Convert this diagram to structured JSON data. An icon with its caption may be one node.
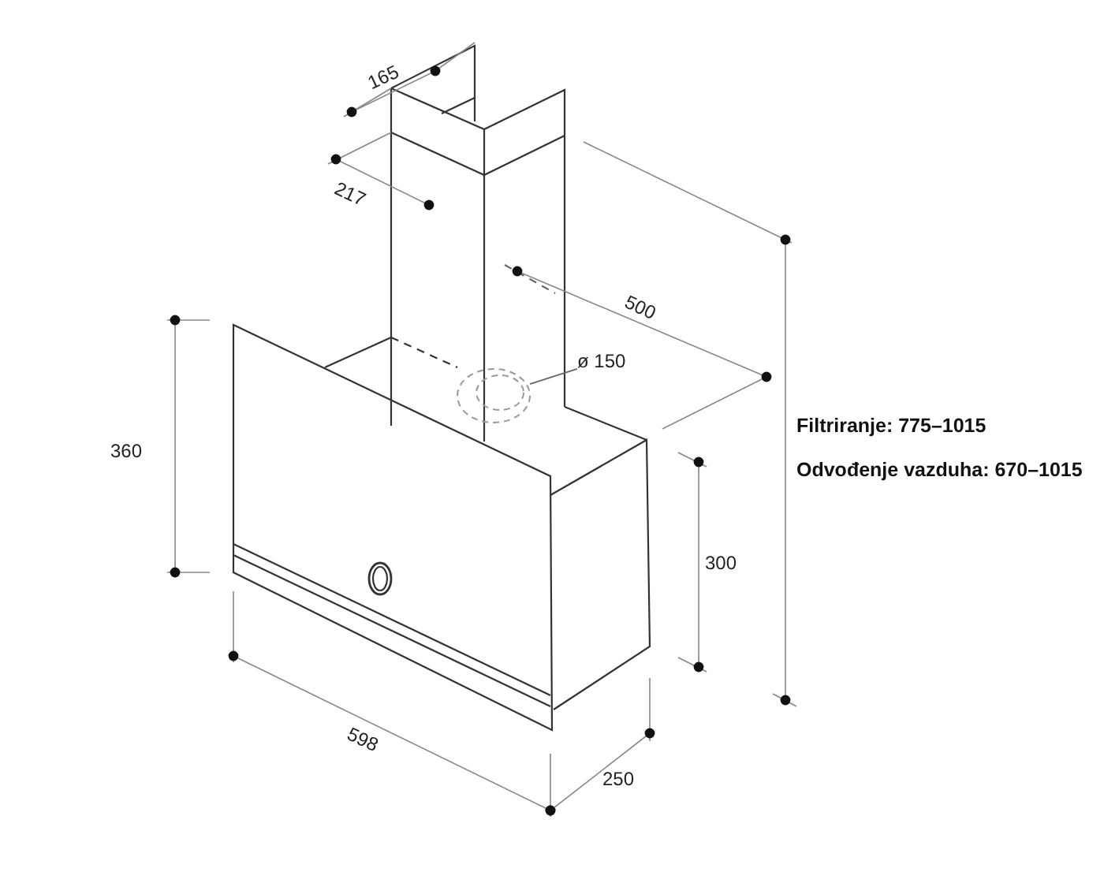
{
  "diagram": {
    "nodes": [
      {
        "text": [
          "ø 150"
        ]
      },
      {
        "text": [],
        "shape": "circle"
      }
    ],
    "edges": [
      {
        "from": 0,
        "to": 1,
        "arrow": "none"
      }
    ],
    "labels": [
      "165",
      "217",
      "500",
      "360",
      "300",
      "598",
      "250",
      "Filtriranje: 775–1015",
      "Odvođenje vazduha: 670–1015"
    ]
  }
}
